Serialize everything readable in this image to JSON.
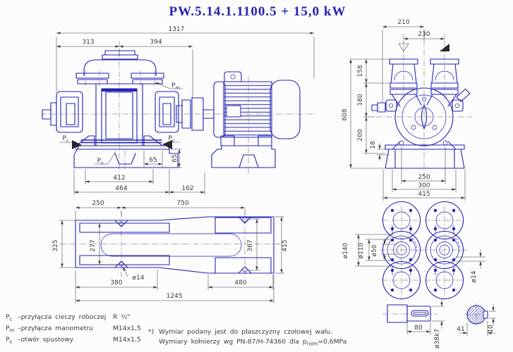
{
  "title": "PW.5.14.1.1100.5 + 15,0 kW",
  "colors": {
    "line_blue": "#2323b6",
    "dim_gray": "#3d3d44",
    "background": "#fcfcfc"
  },
  "side_view": {
    "port_labels": {
      "sym": "P",
      "c": "c",
      "m": "m",
      "s": "s"
    },
    "dims": {
      "overall_length": "1317",
      "front_to_pump_center": "313",
      "pump_center_to_coupling": "394",
      "foot_width": "65",
      "base_height": "65",
      "foot_spacing": "412",
      "base_length": "464",
      "base_to_pedestal": "162"
    }
  },
  "front_view": {
    "dims": {
      "fitting_to_center": "210",
      "port_spacing": "230",
      "flange_to_stack": "158",
      "stack_to_axis": "180",
      "axis_to_pad": "200",
      "pad_step": "18",
      "overall_height": "608",
      "anchor_spacing": "250",
      "foot_width": "300",
      "base_width": "415"
    }
  },
  "plan_view": {
    "dims": {
      "edge_to_first_hole": "250",
      "hole_spacing": "750",
      "left_width": "325",
      "left_pad_gap": "277",
      "right_pad_gap": "367",
      "right_width": "415",
      "hole_dia": "ø14",
      "left_span": "380",
      "right_pad_length": "480",
      "overall_length": "1245"
    }
  },
  "flange_view": {
    "dims": {
      "outer_dia": "ø140",
      "bolt_circle_dia": "ø110",
      "bore_dia": "ø50",
      "bolt_hole_dia": "ø14"
    }
  },
  "shaft_view": {
    "dims": {
      "key_length": "80",
      "shaft_dia": "ø38k7",
      "across_key": "41",
      "key_width": "10"
    }
  },
  "legend": {
    "rows": [
      {
        "sym": "P",
        "sub": "c",
        "desc": "–przyłącza  cieczy  roboczej",
        "value": "R ½\""
      },
      {
        "sym": "P",
        "sub": "m",
        "desc": "–przyłącza  manometru",
        "value": "M14x1,5"
      },
      {
        "sym": "P",
        "sub": "s",
        "desc": "–otwór  spustowy",
        "value": "M14x1,5"
      }
    ]
  },
  "footnote": {
    "marker": "*)",
    "line1": "Wymiar  podany  jest  do  płaszczyzny  czołowej  wału.",
    "line2a": "Wymiary  kołnierzy  wg  PN-87/H-74360  dla  p",
    "line2_sub": "nom",
    "line2b": "=0,6MPa"
  }
}
